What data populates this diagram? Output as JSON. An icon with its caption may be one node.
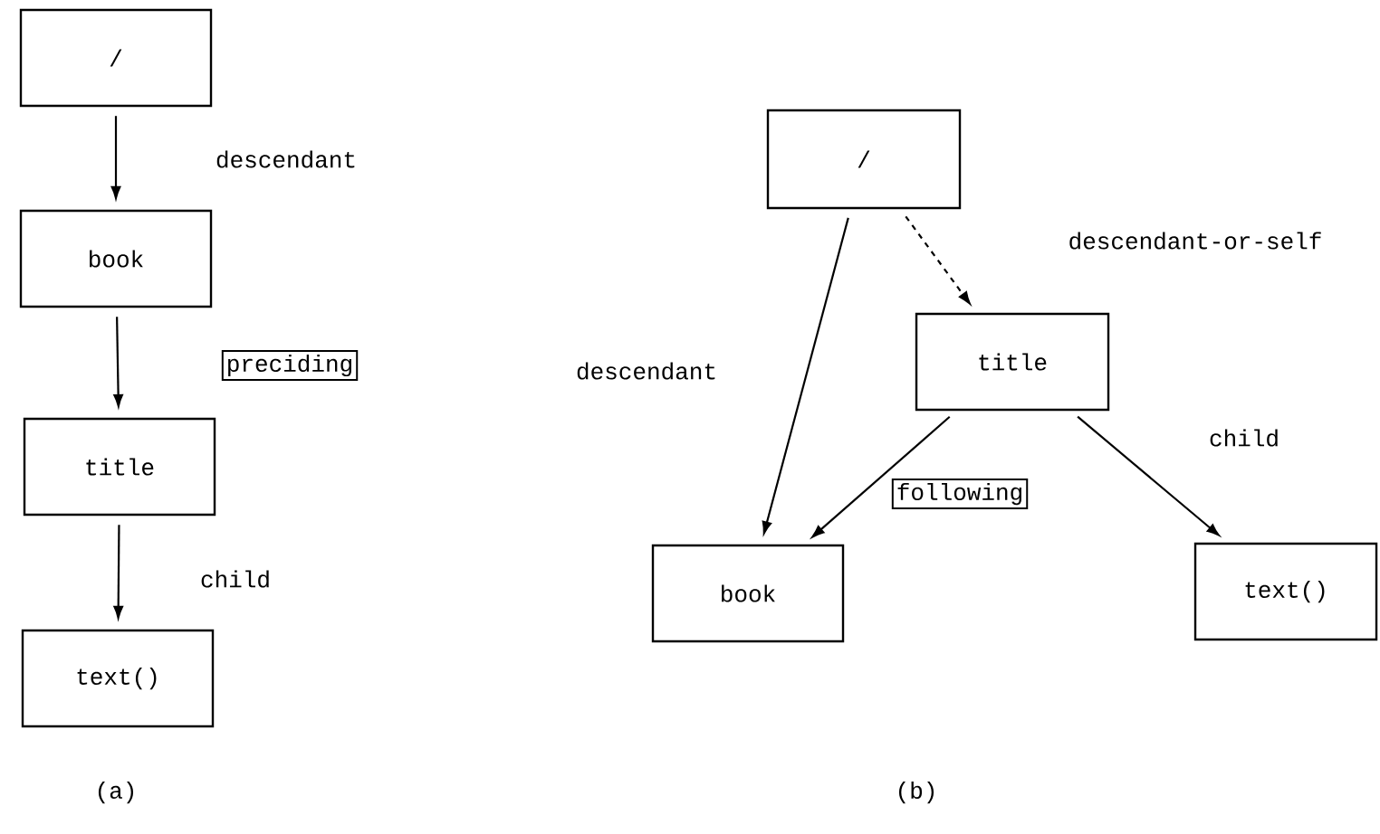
{
  "diagram": {
    "nodes": [
      {
        "text": [
          "/"
        ]
      },
      {
        "text": [
          "book"
        ]
      },
      {
        "text": [
          "title"
        ]
      },
      {
        "text": [
          "text()"
        ]
      },
      {
        "text": [
          "/"
        ]
      },
      {
        "text": [
          "title"
        ]
      },
      {
        "text": [
          "book"
        ]
      },
      {
        "text": [
          "text()"
        ]
      }
    ],
    "edges": [
      {
        "from": 0,
        "to": 1,
        "arrow": "to",
        "label": "descendant"
      },
      {
        "from": 1,
        "to": 2,
        "arrow": "to",
        "label": "preciding"
      },
      {
        "from": 2,
        "to": 3,
        "arrow": "to",
        "label": "child"
      },
      {
        "from": 4,
        "to": 6,
        "arrow": "to",
        "label": "descendant"
      },
      {
        "from": 4,
        "to": 5,
        "arrow": "to",
        "label": "descendant-or-self",
        "style": "dashed"
      },
      {
        "from": 5,
        "to": 6,
        "arrow": "to",
        "label": "following"
      },
      {
        "from": 5,
        "to": 7,
        "arrow": "to",
        "label": "child"
      }
    ],
    "labels": [
      "(a)",
      "(b)"
    ]
  }
}
